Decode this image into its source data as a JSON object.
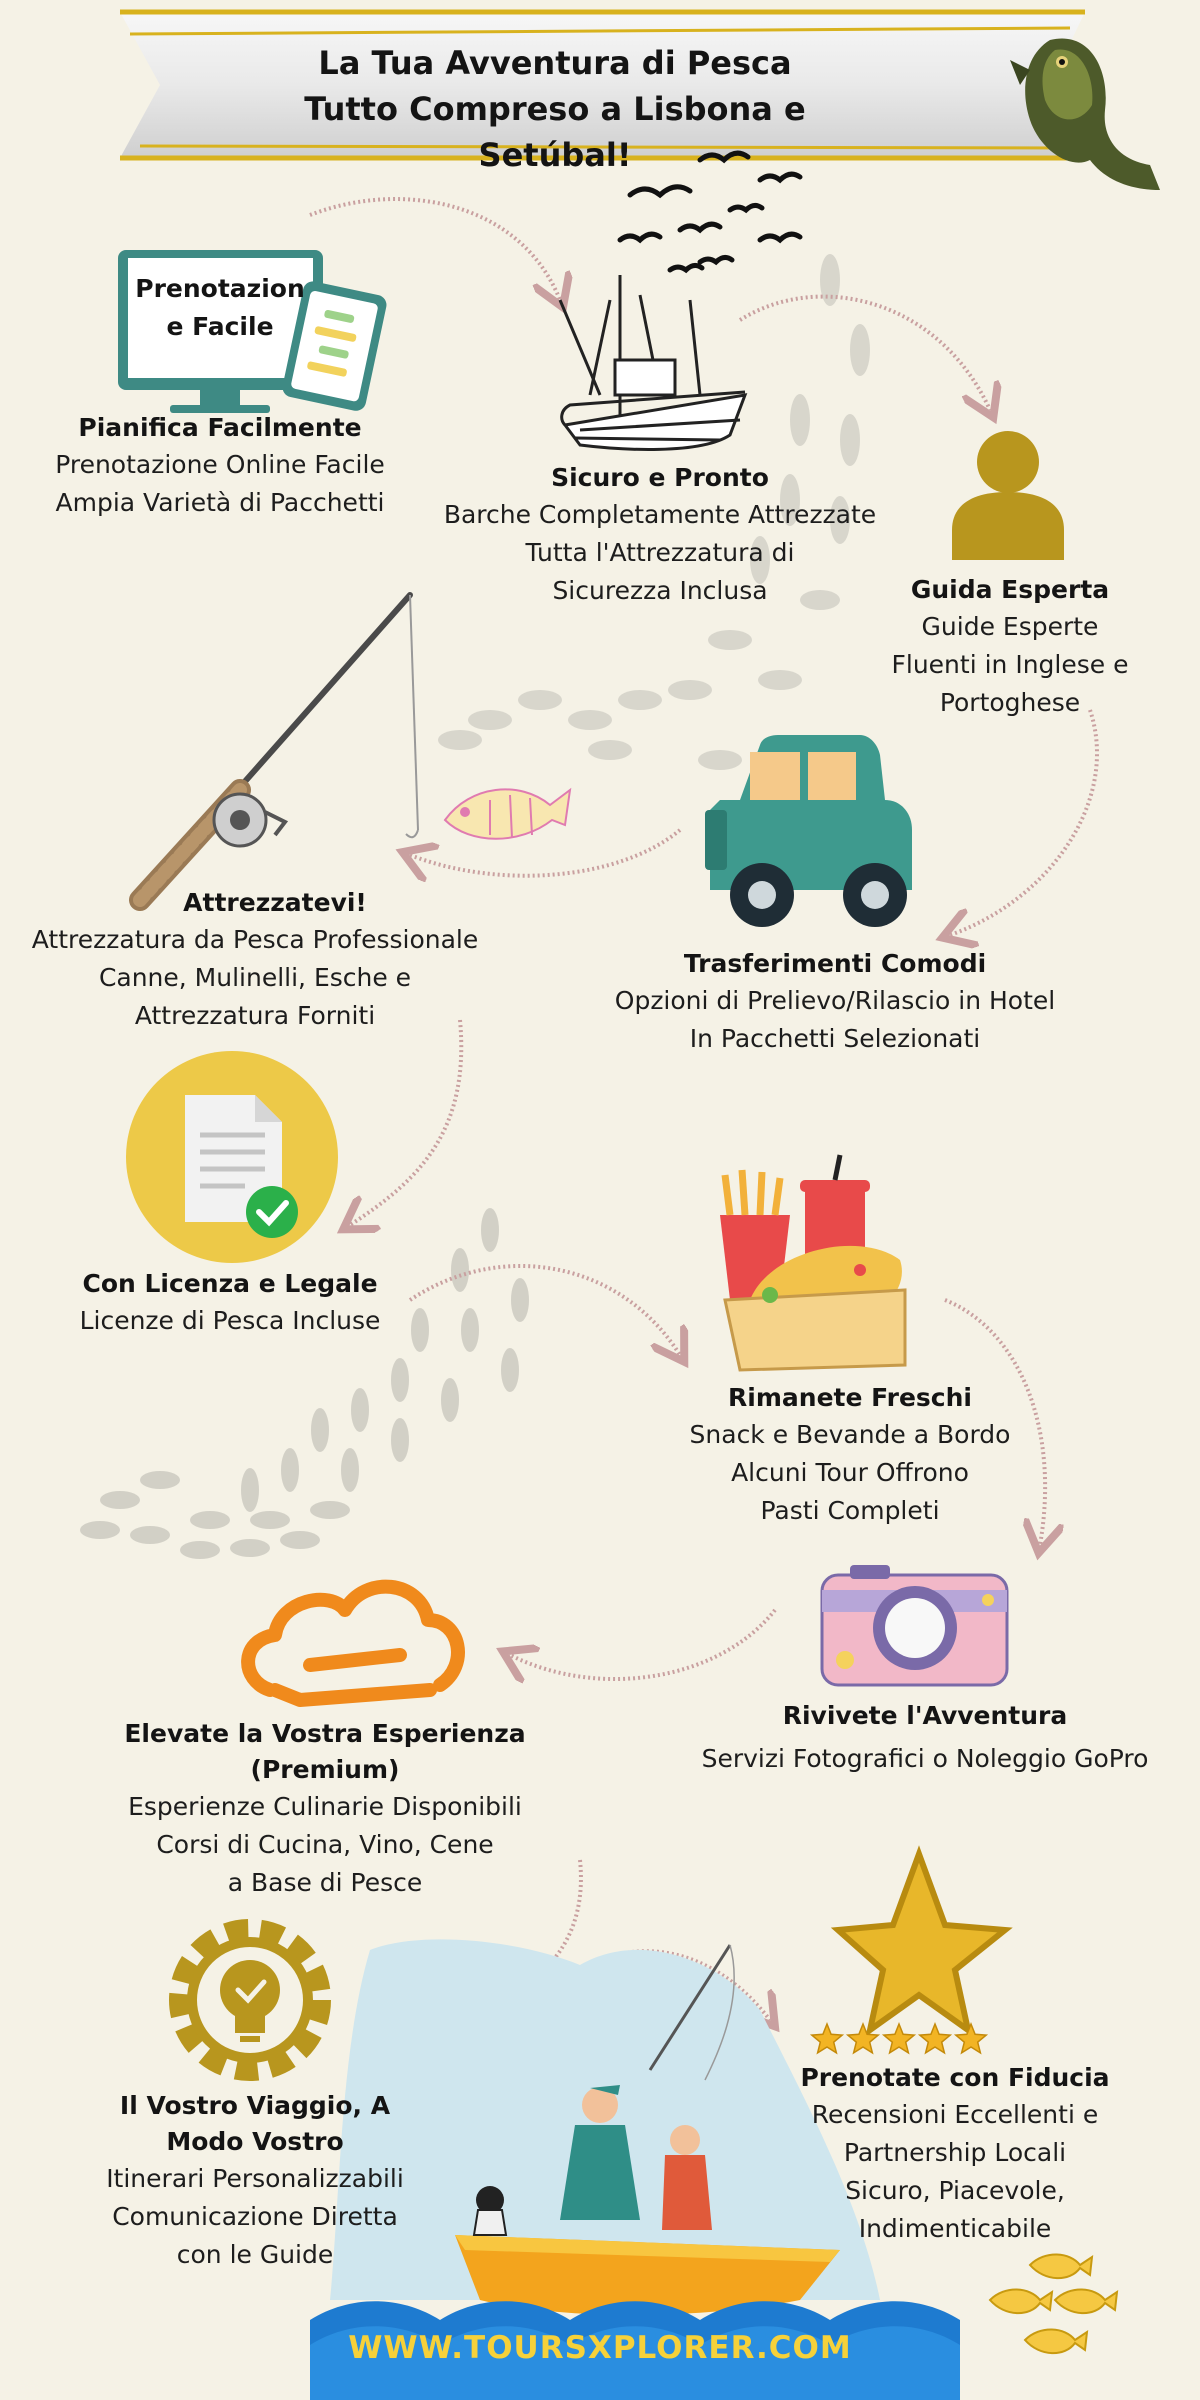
{
  "banner": {
    "title_line1": "La Tua Avventura di Pesca",
    "title_line2": "Tutto Compreso a Lisbona e Setúbal!"
  },
  "colors": {
    "background": "#f5f2e6",
    "gold": "#b8961e",
    "teal": "#3e9a8e",
    "orange": "#f08a1c",
    "arrow": "#c9a0a0"
  },
  "icons": [
    "fish-icon",
    "monitor-icon",
    "phone-icon",
    "boat-icon",
    "birds-icon",
    "person-icon",
    "fishing-rod-icon",
    "small-fish-icon",
    "jeep-icon",
    "document-check-icon",
    "food-icon",
    "camera-icon",
    "chef-hat-icon",
    "lightbulb-gear-icon",
    "star-icon",
    "rating-stars-icon",
    "fisherman-icon"
  ],
  "monitor_label": {
    "line1": "Prenotazion",
    "line2": "e Facile"
  },
  "sections": {
    "plan": {
      "title": "Pianifica Facilmente",
      "line1": "Prenotazione Online Facile",
      "line2": "Ampia Varietà di Pacchetti"
    },
    "safe": {
      "title": "Sicuro e Pronto",
      "line1": "Barche Completamente Attrezzate",
      "line2": "Tutta l'Attrezzatura di",
      "line3": "Sicurezza Inclusa"
    },
    "guide": {
      "title": "Guida Esperta",
      "line1": "Guide Esperte",
      "line2": "Fluenti in Inglese e",
      "line3": "Portoghese"
    },
    "gear": {
      "title": "Attrezzatevi!",
      "line1": "Attrezzatura da Pesca Professionale",
      "line2": "Canne, Mulinelli, Esche e",
      "line3": "Attrezzatura Forniti"
    },
    "transfer": {
      "title": "Trasferimenti Comodi",
      "line1": "Opzioni di Prelievo/Rilascio in Hotel",
      "line2": "In Pacchetti Selezionati"
    },
    "license": {
      "title": "Con Licenza e Legale",
      "line1": "Licenze di Pesca Incluse"
    },
    "fresh": {
      "title": "Rimanete Freschi",
      "line1": "Snack e Bevande a Bordo",
      "line2": "Alcuni Tour Offrono",
      "line3": "Pasti Completi"
    },
    "relive": {
      "title": "Rivivete l'Avventura",
      "line1": "Servizi Fotografici o Noleggio GoPro"
    },
    "elevate": {
      "title_line1": "Elevate la Vostra Esperienza",
      "title_line2": "(Premium)",
      "line1": "Esperienze Culinarie Disponibili",
      "line2": "Corsi di Cucina, Vino, Cene",
      "line3": "a Base di Pesce"
    },
    "trip": {
      "title_line1": "Il Vostro Viaggio, A",
      "title_line2": "Modo Vostro",
      "line1": "Itinerari Personalizzabili",
      "line2": "Comunicazione Diretta",
      "line3": "con le Guide"
    },
    "trust": {
      "title": "Prenotate con Fiducia",
      "line1": "Recensioni Eccellenti e",
      "line2": "Partnership Locali",
      "line3": "Sicuro, Piacevole,",
      "line4": "Indimenticabile",
      "rating": 5
    }
  },
  "footer": {
    "url": "WWW.TOURSXPLORER.COM"
  }
}
